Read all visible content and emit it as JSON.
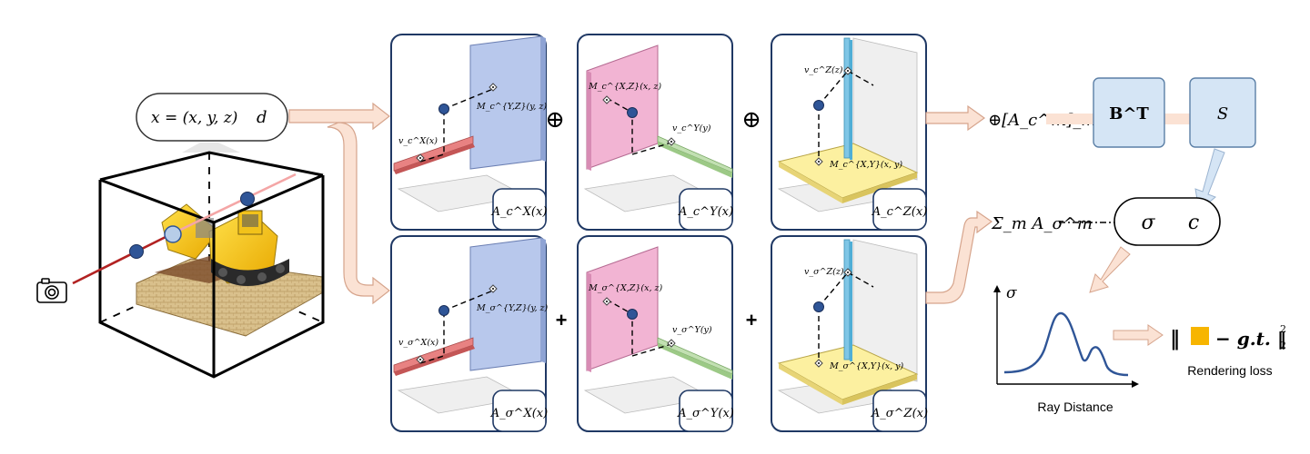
{
  "input": {
    "position": "x = (x, y, z)",
    "direction": "d"
  },
  "color_row": {
    "panels": [
      {
        "vec_label": "v_c^X(x)",
        "mat_label": "M_c^{Y,Z}(y, z)",
        "tag": "A_c^X(x)"
      },
      {
        "vec_label": "v_c^Y(y)",
        "mat_label": "M_c^{X,Z}(x, z)",
        "tag": "A_c^Y(x)"
      },
      {
        "vec_label": "v_c^Z(z)",
        "mat_label": "M_c^{X,Y}(x, y)",
        "tag": "A_c^Z(x)"
      }
    ],
    "operator": "⊕",
    "result": "⊕[A_c^m]_m"
  },
  "density_row": {
    "panels": [
      {
        "vec_label": "v_σ^X(x)",
        "mat_label": "M_σ^{Y,Z}(y, z)",
        "tag": "A_σ^X(x)"
      },
      {
        "vec_label": "v_σ^Y(y)",
        "mat_label": "M_σ^{X,Z}(x, z)",
        "tag": "A_σ^Y(x)"
      },
      {
        "vec_label": "v_σ^Z(z)",
        "mat_label": "M_σ^{X,Y}(x, y)",
        "tag": "A_σ^Z(x)"
      }
    ],
    "operator": "+",
    "result": "Σ_m A_σ^m"
  },
  "blocks": {
    "bt": "B^T",
    "s": "S"
  },
  "output": {
    "sigma": "σ",
    "c": "c"
  },
  "plot": {
    "y_label": "σ",
    "x_label": "Ray Distance"
  },
  "loss": {
    "expr_left": "‖",
    "expr_right": "− g.t. ‖",
    "sub": "2",
    "sup": "2",
    "caption": "Rendering loss",
    "swatch_color": "#f7b500"
  },
  "colors": {
    "panel_border": "#1f3864",
    "x_plane": "#b8c8ec",
    "y_plane": "#f2b4d3",
    "z_plane": "#fcf0a0",
    "x_bar": "#e88282",
    "y_bar": "#c2e0b2",
    "z_bar": "#7fc6e6",
    "block_fill": "#d5e5f5",
    "block_stroke": "#5b7fa6",
    "arrow_fill": "#fbe2d4",
    "arrow_stroke": "#d6a48c",
    "node": "#2f5597",
    "ray": "#b22222",
    "curve": "#2f5597"
  }
}
